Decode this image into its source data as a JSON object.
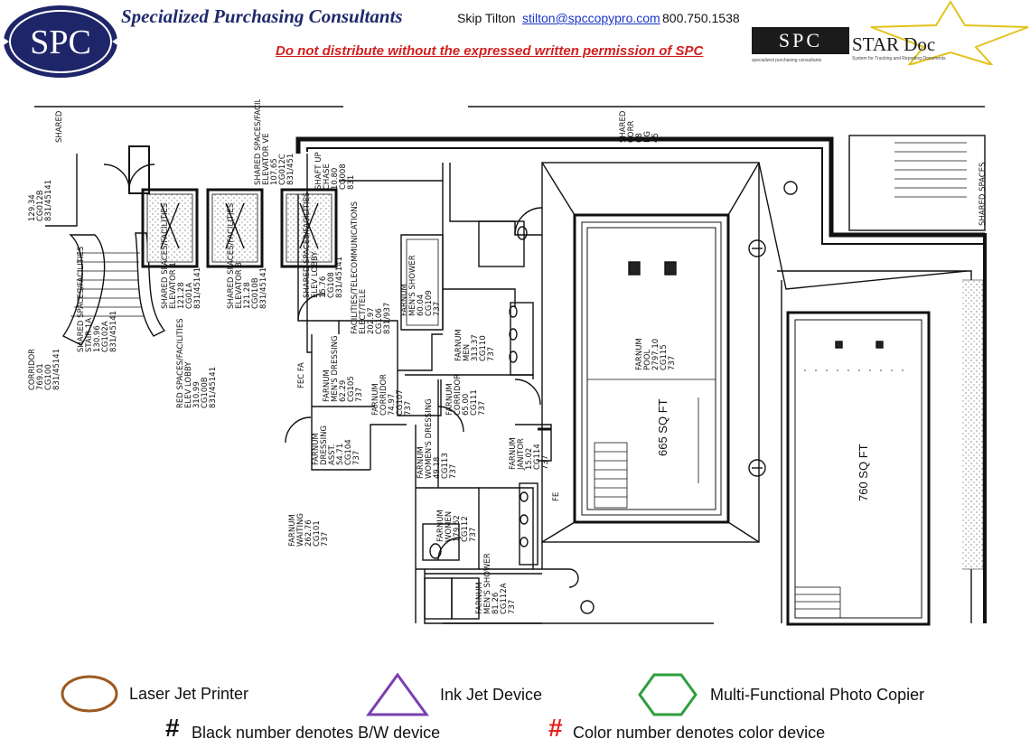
{
  "header": {
    "logo_text": "SPC",
    "company": "Specialized Purchasing Consultants",
    "contact_name": "Skip Tilton",
    "contact_email": "stilton@spccopypro.com",
    "contact_phone": "800.750.1538",
    "warning": "Do not distribute without the expressed written permission of SPC",
    "stardoc_logo": "SPC",
    "stardoc_title": "STAR Doc",
    "stardoc_tag_left": "specialized purchasing consultants",
    "stardoc_tag_right": "System for Tracking and Reporting Documents"
  },
  "plan": {
    "rooms": [
      {
        "lines": [
          "SHARED SPACES/FACILITIES",
          "STAIR 1A",
          "130.96",
          "CG102A",
          "831/45141"
        ]
      },
      {
        "lines": [
          "129.34",
          "CG012B",
          "831/45141"
        ]
      },
      {
        "lines": [
          "CORRIDOR",
          "769.01",
          "CG100",
          "831/45141"
        ]
      },
      {
        "lines": [
          "SHARED SPACES/FACILITIES",
          "ELEVATOR 1",
          "121.28",
          "CG01A",
          "831/45141"
        ]
      },
      {
        "lines": [
          "RED SPACES/FACILITIES",
          "ELEV LOBBY",
          "310.99",
          "CG100B",
          "831/45141"
        ]
      },
      {
        "lines": [
          "SHARED SPACES/FACILITIES",
          "ELEVATOR 8",
          "121.28",
          "CG010B",
          "831/45141"
        ]
      },
      {
        "lines": [
          "SHARED SPACES/FACILITIES",
          "ELEVATOR VE",
          "107.65",
          "CG012C",
          "831/451"
        ]
      },
      {
        "lines": [
          "SHARED SPACES/FACILITIES",
          "ELEV LOBBY",
          "15.76",
          "CG108",
          "831/45141"
        ]
      },
      {
        "lines": [
          "SHAFT UP",
          "CHASE",
          "10.80",
          "CG008",
          "831"
        ]
      },
      {
        "lines": [
          "FACILITIES/TELECOMMUNICATIONS",
          "ELECT/TELE",
          "202.97",
          "CG106",
          "831/937"
        ]
      },
      {
        "lines": [
          "FARNUM",
          "MEN'S SHOWER",
          "60.04",
          "CG109",
          "737"
        ]
      },
      {
        "lines": [
          "FARNUM",
          "MEN'S DRESSING",
          "62.29",
          "CG105",
          "737"
        ]
      },
      {
        "lines": [
          "FARNUM",
          "MEN",
          "313.37",
          "CG110",
          "737"
        ]
      },
      {
        "lines": [
          "FARNUM",
          "CORRIDOR",
          "74.97",
          "CG107",
          "737"
        ]
      },
      {
        "lines": [
          "FARNUM",
          "CORRIDOR",
          "65.00",
          "CG111",
          "737"
        ]
      },
      {
        "lines": [
          "FARNUM",
          "DRESSING",
          "ASST.",
          "54.71",
          "CG104",
          "737"
        ]
      },
      {
        "lines": [
          "FARNUM",
          "WOMEN'S DRESSING",
          "49.18",
          "CG113",
          "737"
        ]
      },
      {
        "lines": [
          "FARNUM",
          "JANITOR",
          "15.02",
          "CG114",
          "737"
        ]
      },
      {
        "lines": [
          "FARNUM",
          "WOMEN",
          "179.62",
          "CG112",
          "737"
        ]
      },
      {
        "lines": [
          "FARNUM",
          "WAITING",
          "262.76",
          "CG101",
          "737"
        ]
      },
      {
        "lines": [
          "FARNUM",
          "MEN'S SHOWER",
          "81.26",
          "CG112A",
          "737"
        ]
      },
      {
        "lines": [
          "FARNUM",
          "POOL",
          "2797.10",
          "CG115",
          "737"
        ]
      },
      {
        "lines": [
          "SHARED",
          "CORR",
          "68",
          "NG",
          "45"
        ]
      },
      {
        "lines": [
          "SHARED SPACES"
        ]
      },
      {
        "lines": [
          "SHARED"
        ]
      }
    ],
    "pool1_area": "665 SQ FT",
    "pool2_area": "760 SQ FT",
    "fire_labels": [
      "FEC FA",
      "FE"
    ]
  },
  "legend": {
    "laser_label": "Laser Jet Printer",
    "ink_label": "Ink Jet Device",
    "mfp_label": "Multi-Functional Photo Copier",
    "hash_symbol": "#",
    "bw_note": "Black number denotes B/W device",
    "color_note": "Color number denotes color device",
    "laser_color": "#9c5a22",
    "ink_color": "#7a3fb0",
    "mfp_color": "#2e9e3e",
    "color_hash_color": "#e4221b"
  }
}
